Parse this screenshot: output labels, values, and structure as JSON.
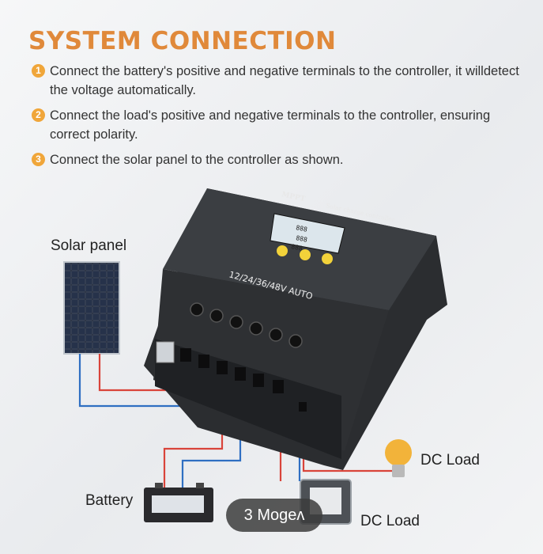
{
  "heading": "SYSTEM CONNECTION",
  "steps": [
    {
      "num": "1",
      "text": "Connect the battery's positive and negative terminals to the controller, it willdetect the voltage automatically."
    },
    {
      "num": "2",
      "text": "Connect the load's positive and negative terminals to the controller, ensuring correct polarity."
    },
    {
      "num": "3",
      "text": "Connect the solar panel to the controller as shown."
    }
  ],
  "labels": {
    "solar_panel": "Solar panel",
    "battery": "Battery",
    "dc_load_bulb": "DC Load",
    "dc_load_flood": "DC Load"
  },
  "controller": {
    "brand": "MPPT",
    "subtitle": "Solar charge controller",
    "voltage": "12/24/36/48V AUTO",
    "display_digits": "888"
  },
  "overlay_badge": "3 Mogeʌ",
  "colors": {
    "accent": "#e0893a",
    "wire_red": "#d9443a",
    "wire_blue": "#2f6fc2"
  }
}
